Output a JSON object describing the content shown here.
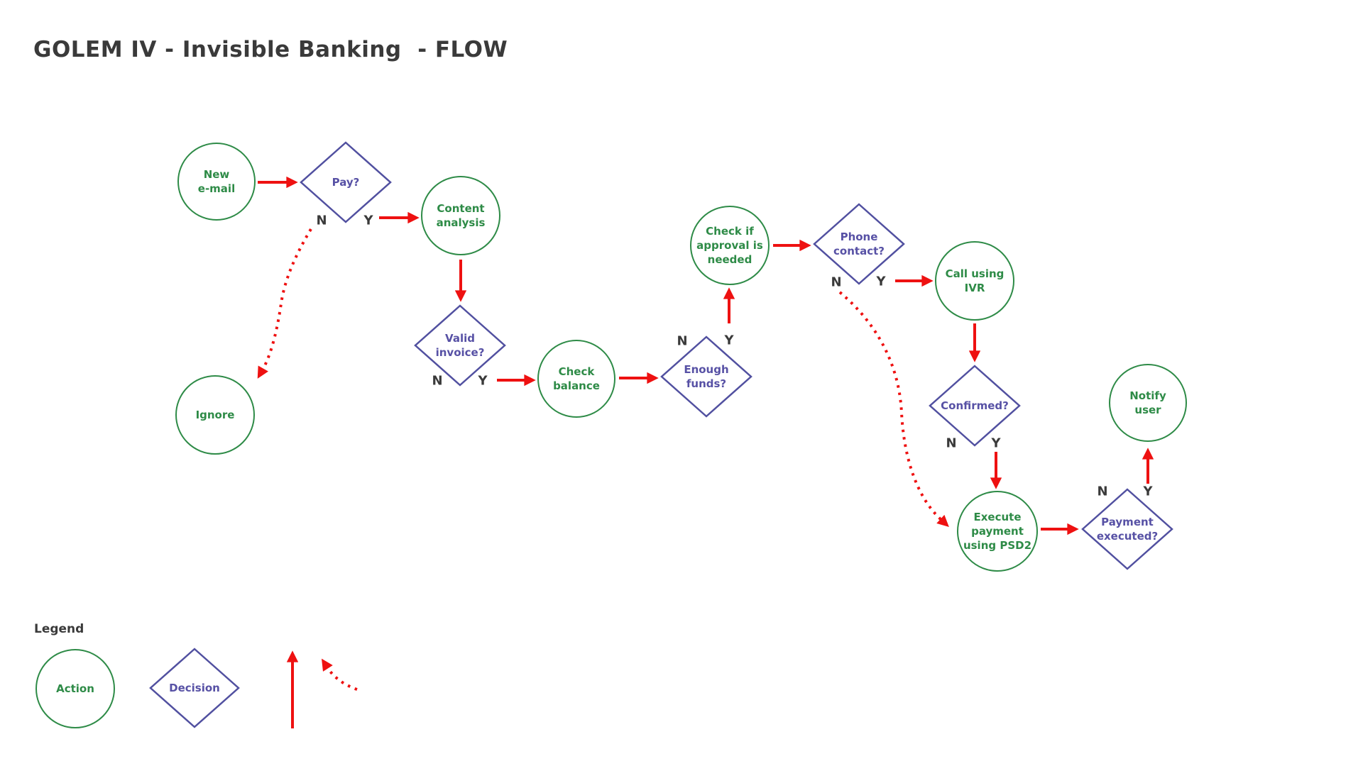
{
  "title": "GOLEM IV - Invisible Banking  - FLOW",
  "colors": {
    "action_green": "#2e8b47",
    "decision_indigo_stroke": "#5150a0",
    "decision_indigo_text": "#5751a5",
    "arrow_red": "#ee1111",
    "dark_text": "#3a3a3a",
    "background": "#ffffff"
  },
  "nodes": {
    "new_email": {
      "type": "action",
      "label": "New\ne-mail"
    },
    "pay": {
      "type": "decision",
      "label": "Pay?",
      "n": "N",
      "y": "Y"
    },
    "ignore": {
      "type": "action",
      "label": "Ignore"
    },
    "content_analysis": {
      "type": "action",
      "label": "Content\nanalysis"
    },
    "valid_invoice": {
      "type": "decision",
      "label": "Valid\ninvoice?",
      "n": "N",
      "y": "Y"
    },
    "check_balance": {
      "type": "action",
      "label": "Check\nbalance"
    },
    "enough_funds": {
      "type": "decision",
      "label": "Enough\nfunds?",
      "n": "N",
      "y": "Y"
    },
    "check_approval": {
      "type": "action",
      "label": "Check if\napproval is\nneeded"
    },
    "phone_contact": {
      "type": "decision",
      "label": "Phone\ncontact?",
      "n": "N",
      "y": "Y"
    },
    "call_ivr": {
      "type": "action",
      "label": "Call using\nIVR"
    },
    "confirmed": {
      "type": "decision",
      "label": "Confirmed?",
      "n": "N",
      "y": "Y"
    },
    "execute_payment": {
      "type": "action",
      "label": "Execute\npayment\nusing PSD2"
    },
    "payment_executed": {
      "type": "decision",
      "label": "Payment\nexecuted?",
      "n": "N",
      "y": "Y"
    },
    "notify_user": {
      "type": "action",
      "label": "Notify\nuser"
    }
  },
  "edges": [
    {
      "from": "new_email",
      "to": "pay",
      "style": "solid"
    },
    {
      "from": "pay",
      "to": "ignore",
      "branch": "N",
      "style": "dotted"
    },
    {
      "from": "pay",
      "to": "content_analysis",
      "branch": "Y",
      "style": "solid"
    },
    {
      "from": "content_analysis",
      "to": "valid_invoice",
      "style": "solid"
    },
    {
      "from": "valid_invoice",
      "to": "check_balance",
      "branch": "Y",
      "style": "solid"
    },
    {
      "from": "check_balance",
      "to": "enough_funds",
      "style": "solid"
    },
    {
      "from": "enough_funds",
      "to": "check_approval",
      "branch": "Y",
      "style": "solid"
    },
    {
      "from": "check_approval",
      "to": "phone_contact",
      "style": "solid"
    },
    {
      "from": "phone_contact",
      "to": "call_ivr",
      "branch": "Y",
      "style": "solid"
    },
    {
      "from": "phone_contact",
      "to": "execute_payment",
      "branch": "N",
      "style": "dotted"
    },
    {
      "from": "call_ivr",
      "to": "confirmed",
      "style": "solid"
    },
    {
      "from": "confirmed",
      "to": "execute_payment",
      "branch": "Y",
      "style": "solid"
    },
    {
      "from": "execute_payment",
      "to": "payment_executed",
      "style": "solid"
    },
    {
      "from": "payment_executed",
      "to": "notify_user",
      "branch": "Y",
      "style": "solid"
    }
  ],
  "legend": {
    "heading": "Legend",
    "action_label": "Action",
    "decision_label": "Decision"
  }
}
